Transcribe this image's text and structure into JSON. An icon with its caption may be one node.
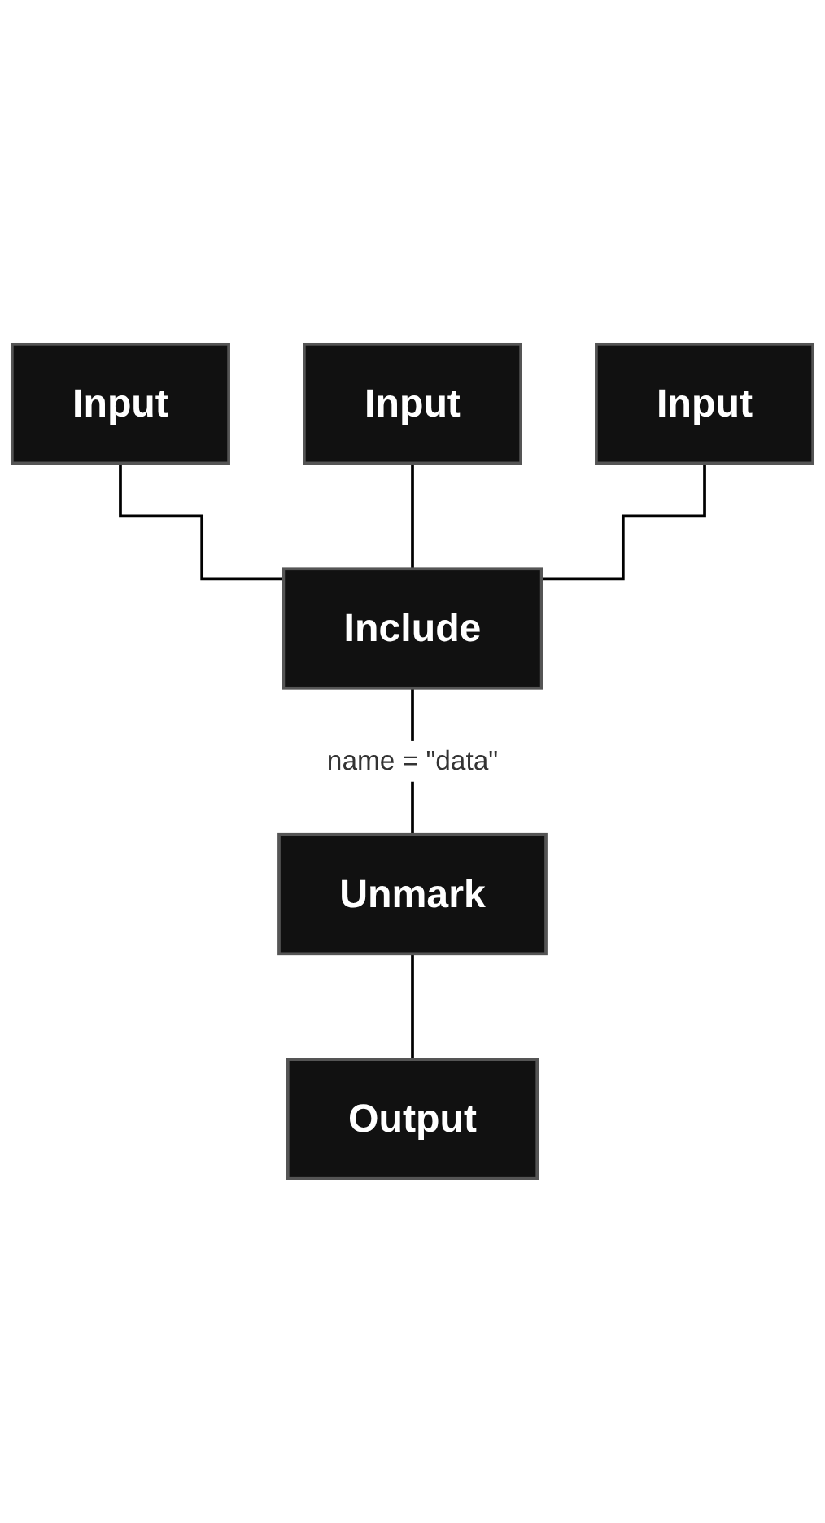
{
  "diagram": {
    "nodes": [
      {
        "text": [
          "Input"
        ]
      },
      {
        "text": [
          "Input"
        ]
      },
      {
        "text": [
          "Input"
        ]
      },
      {
        "text": [
          "Include"
        ]
      },
      {
        "text": [
          "Unmark"
        ]
      },
      {
        "text": [
          "Output"
        ]
      }
    ],
    "edges": [
      {
        "from": 0,
        "to": 3,
        "arrow": "none"
      },
      {
        "from": 1,
        "to": 3,
        "arrow": "none"
      },
      {
        "from": 2,
        "to": 3,
        "arrow": "none"
      },
      {
        "from": 3,
        "to": 4,
        "arrow": "none",
        "label": "name = \"data\""
      },
      {
        "from": 4,
        "to": 5,
        "arrow": "none"
      }
    ]
  }
}
